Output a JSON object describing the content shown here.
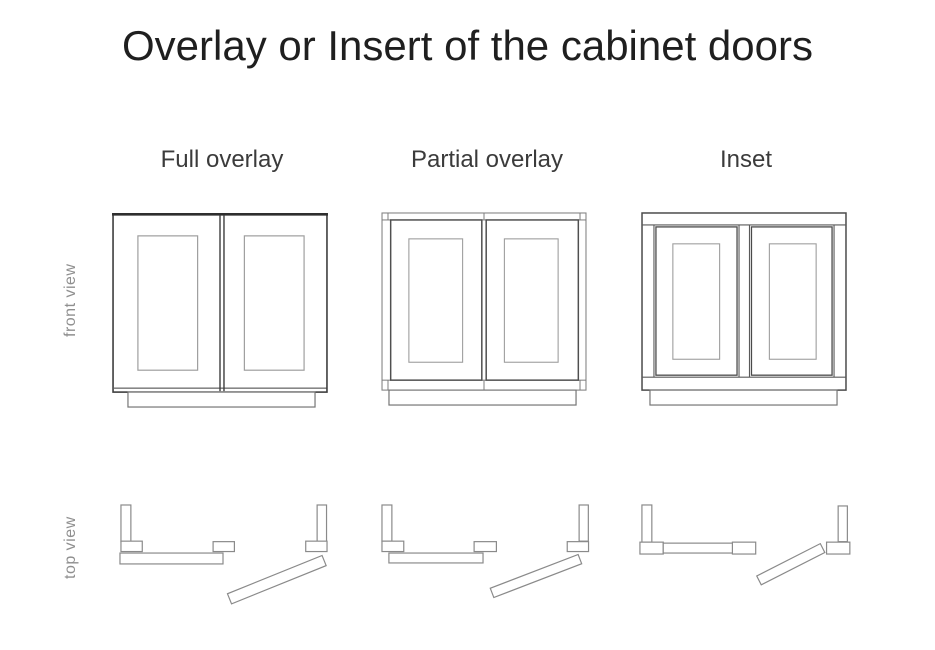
{
  "title": "Overlay or Insert of the cabinet doors",
  "row_labels": {
    "front": "front view",
    "top": "top view"
  },
  "columns": [
    {
      "id": "full-overlay",
      "label": "Full overlay"
    },
    {
      "id": "partial-overlay",
      "label": "Partial overlay"
    },
    {
      "id": "inset",
      "label": "Inset"
    }
  ],
  "colors": {
    "background": "#ffffff",
    "title_text": "#1f1f1f",
    "header_text": "#3b3b3b",
    "side_label_text": "#8f8f8f",
    "line_dark": "#3d3d3d",
    "line_medium": "#565656",
    "line_panel_light": "#9e9e9e",
    "line_topview_gray": "#8a8a8a",
    "line_base": "#757575"
  }
}
